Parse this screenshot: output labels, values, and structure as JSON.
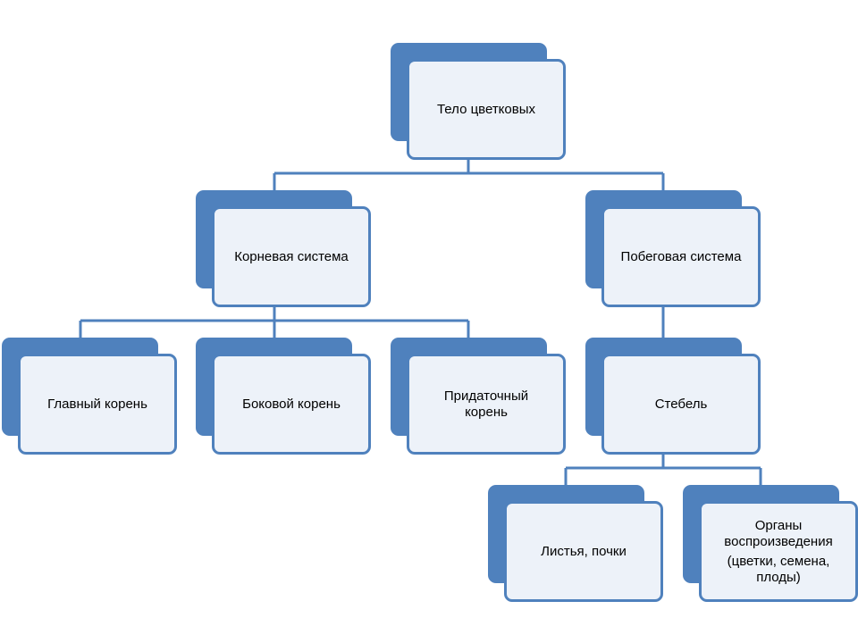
{
  "diagram": {
    "colors": {
      "accent": "#4f81bd",
      "node_fill": "#edf2f9",
      "connector": "#4f81bd",
      "text": "#000000"
    },
    "nodes": {
      "root": {
        "label": "Тело цветковых"
      },
      "root_system": {
        "label": "Корневая система"
      },
      "shoot_system": {
        "label": "Побеговая система"
      },
      "main_root": {
        "label": "Главный корень"
      },
      "lateral_root": {
        "label": "Боковой корень"
      },
      "adventitious_root": {
        "label": "Придаточный корень"
      },
      "stem": {
        "label": "Стебель"
      },
      "leaves_buds": {
        "label": "Листья, почки"
      },
      "reproductive_organs": {
        "label": "Органы воспроизведения",
        "sub": "(цветки, семена, плоды)"
      }
    },
    "edges": [
      [
        "root",
        "root_system"
      ],
      [
        "root",
        "shoot_system"
      ],
      [
        "root_system",
        "main_root"
      ],
      [
        "root_system",
        "lateral_root"
      ],
      [
        "root_system",
        "adventitious_root"
      ],
      [
        "shoot_system",
        "stem"
      ],
      [
        "stem",
        "leaves_buds"
      ],
      [
        "stem",
        "reproductive_organs"
      ]
    ]
  }
}
